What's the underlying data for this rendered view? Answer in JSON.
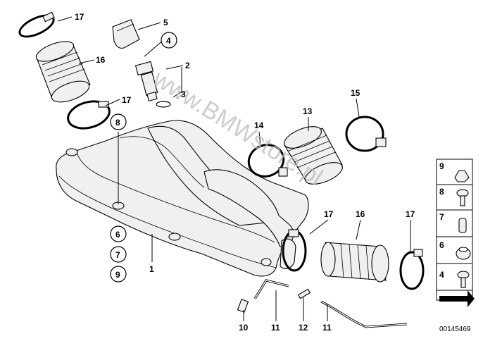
{
  "callouts": {
    "c17a": "17",
    "c5": "5",
    "c4": "4",
    "c2": "2",
    "c16a": "16",
    "c3": "3",
    "c17b": "17",
    "c8": "8",
    "c6": "6",
    "c7": "7",
    "c9": "9",
    "c1": "1",
    "c14": "14",
    "c13": "13",
    "c15": "15",
    "c17c": "17",
    "c16b": "16",
    "c17d": "17",
    "c10": "10",
    "c11a": "11",
    "c12": "12",
    "c11b": "11"
  },
  "legend": {
    "items": [
      {
        "label": "9",
        "icon": "clip-nut-icon"
      },
      {
        "label": "8",
        "icon": "screw-icon"
      },
      {
        "label": "7",
        "icon": "pin-icon"
      },
      {
        "label": "6",
        "icon": "grommet-icon"
      },
      {
        "label": "4",
        "icon": "bolt-icon"
      }
    ]
  },
  "watermark": "www.BMWstore.pl",
  "reference": "00145469"
}
